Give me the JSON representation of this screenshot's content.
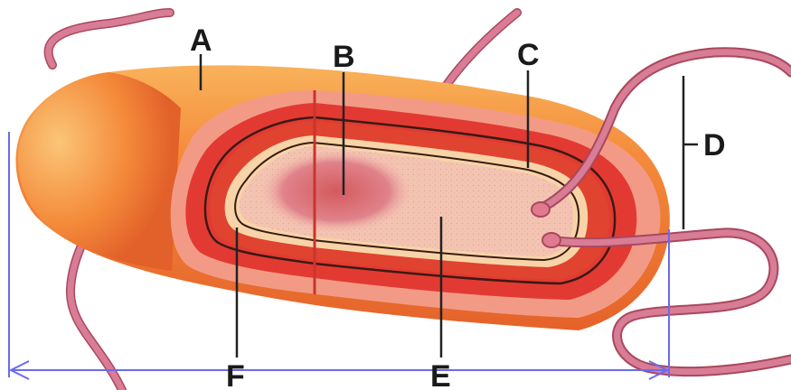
{
  "diagram": {
    "labels": {
      "a": "A",
      "b": "B",
      "c": "C",
      "d": "D",
      "e": "E",
      "f": "F"
    },
    "colors": {
      "background": "#ffffff",
      "capsule_outer": "#f07a30",
      "capsule_highlight": "#f8a84c",
      "cut_face_outer": "#f39a86",
      "cell_wall": "#e23a32",
      "membrane_line": "#3a1a14",
      "periplasm": "#f7d4a8",
      "cytoplasm": "#f5c2ae",
      "nucleoid": "#dc6a6a",
      "flagellum": "#d97c96",
      "flagellum_edge": "#a8485e",
      "pointer_line": "#222222",
      "length_arrow": "#6a6aee"
    }
  }
}
